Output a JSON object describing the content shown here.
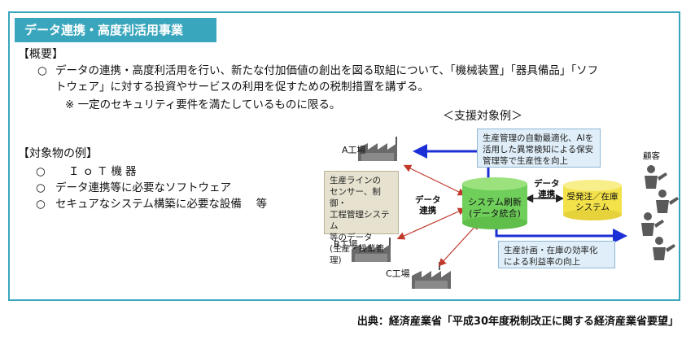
{
  "header": {
    "title": "データ連携・高度利活用事業"
  },
  "overview": {
    "heading": "【概要】",
    "bullet": "○",
    "line1": "データの連携・高度利活用を行い、新たな付加価値の創出を図る取組について、「機械装置」「器具備品」「ソフ",
    "line2": "トウェア」に対する投資やサービスの利用を促すための税制措置を講ずる。",
    "note": "※ 一定のセキュリティ要件を満たしているものに限る。"
  },
  "examples": {
    "heading": "【対象物の例】",
    "items": [
      {
        "mark": "○",
        "text": "ＩｏＴ機器"
      },
      {
        "mark": "○",
        "text": "データ連携等に必要なソフトウェア"
      },
      {
        "mark": "○",
        "text": "セキュアなシステム構築に必要な設備　 等"
      }
    ]
  },
  "diagram": {
    "heading": "＜支援対象例＞",
    "factory_a": "A工場",
    "factory_b": "B工場",
    "factory_c": "C工場",
    "sensor_note": [
      "生産ラインの",
      "センサー、制御・",
      "工程管理システム",
      "等のデータ",
      "(生産・操業管理)"
    ],
    "data_link_left": [
      "データ",
      "連携"
    ],
    "data_link_right": [
      "データ",
      "連携"
    ],
    "system_refresh": [
      "システム刷新",
      "(データ統合)"
    ],
    "order_system": [
      "受発注／在庫",
      "システム"
    ],
    "top_note": [
      "生産管理の自動最適化、AIを",
      "活用した異常検知による保安",
      "管理等で生産性を向上"
    ],
    "bottom_note": [
      "生産計画・在庫の効率化",
      "による利益率の向上"
    ],
    "customer": "顧客"
  },
  "colors": {
    "accent": "#3aa6bd",
    "arrow_blue": "#1c2fd6",
    "arrow_red": "#c0392b",
    "cylinder_green": "#6fcf5a",
    "cylinder_yellow": "#f3e24a"
  },
  "source": "出典：経済産業省「平成30年度税制改正に関する経済産業省要望」"
}
